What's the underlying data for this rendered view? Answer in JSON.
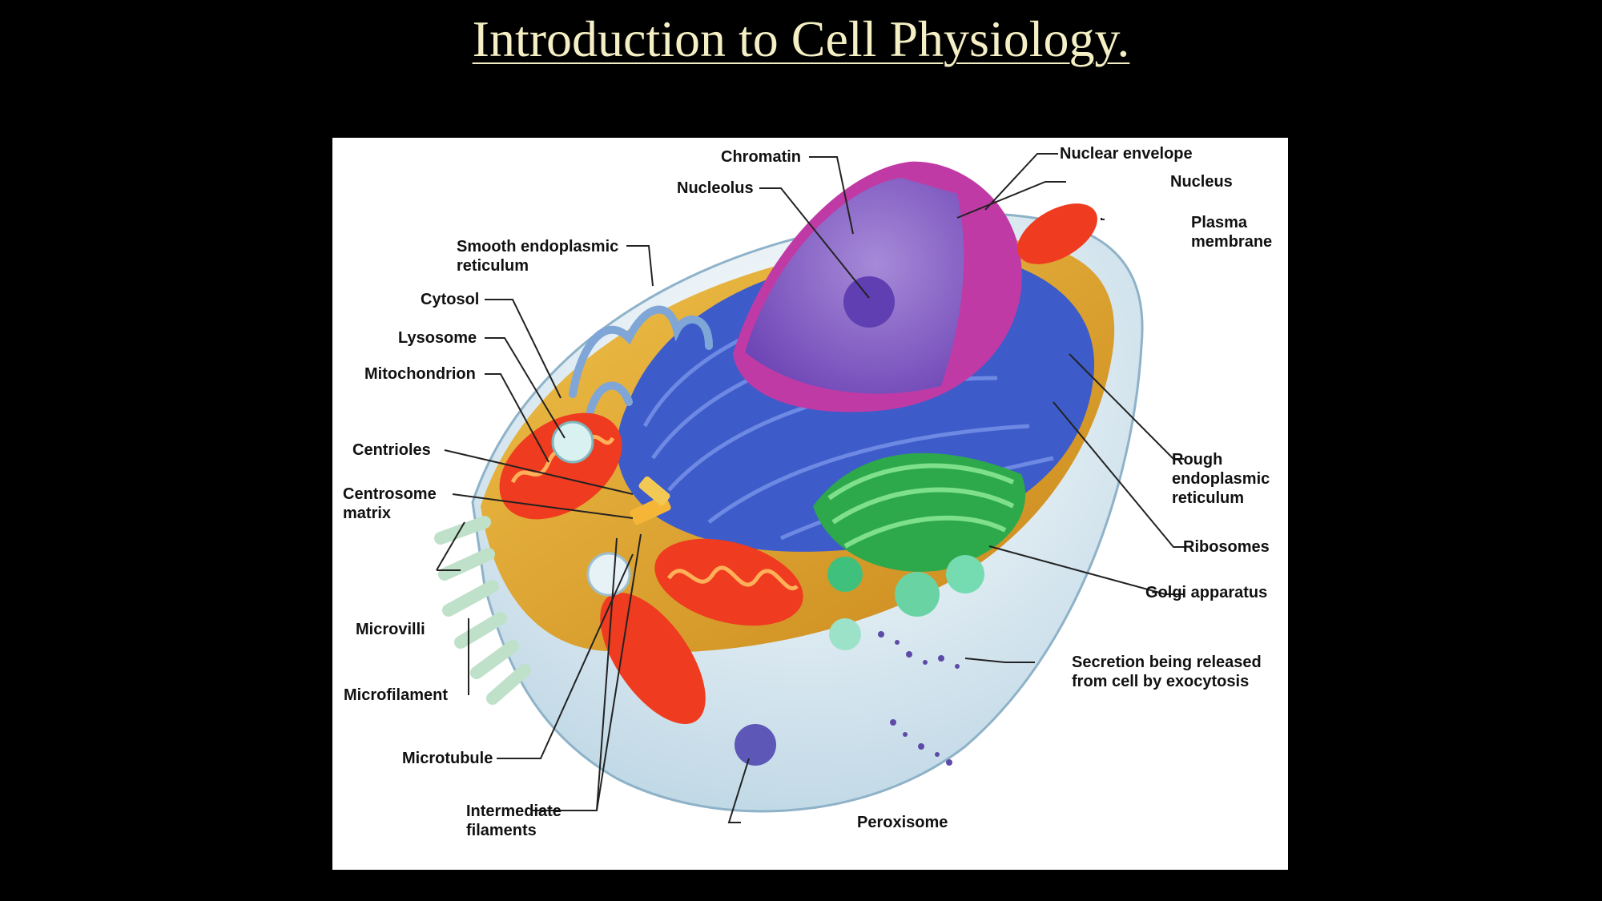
{
  "slide": {
    "title": "Introduction to Cell Physiology."
  },
  "labels": {
    "chromatin": "Chromatin",
    "nucleolus": "Nucleolus",
    "smooth_er": "Smooth endoplasmic\nreticulum",
    "cytosol": "Cytosol",
    "lysosome": "Lysosome",
    "mitochondrion": "Mitochondrion",
    "centrioles": "Centrioles",
    "centrosome_matrix": "Centrosome\nmatrix",
    "microvilli": "Microvilli",
    "microfilament": "Microfilament",
    "microtubule": "Microtubule",
    "intermediate_filaments": "Intermediate\nfilaments",
    "peroxisome": "Peroxisome",
    "nuclear_envelope": "Nuclear envelope",
    "nucleus": "Nucleus",
    "plasma_membrane": "Plasma\nmembrane",
    "rough_er": "Rough\nendoplasmic\nreticulum",
    "ribosomes": "Ribosomes",
    "golgi": "Golgi apparatus",
    "secretion": "Secretion being released\nfrom cell by exocytosis"
  },
  "colors": {
    "background": "#000000",
    "title": "#f4efc4",
    "panel": "#ffffff",
    "cytoplasm": "#e7a321",
    "rough_er": "#3d5cc9",
    "nucleus": "#c03aa6",
    "chromatin": "#8e5ac8",
    "mitochondria": "#ef3b1f",
    "golgi": "#2da84a",
    "membrane": "#cfe3ee"
  }
}
